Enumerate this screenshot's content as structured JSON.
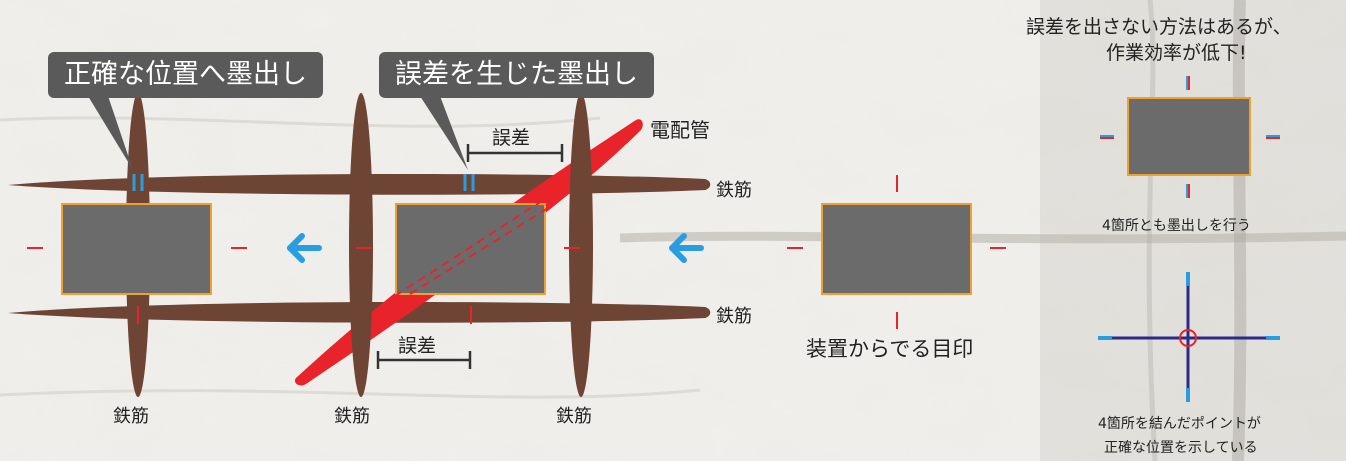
{
  "callouts": {
    "correct": "正確な位置へ墨出し",
    "error": "誤差を生じた墨出し"
  },
  "labels": {
    "conduit": "電配管",
    "rebar": "鉄筋",
    "error_top": "誤差",
    "error_bottom": "誤差",
    "device_mark": "装置からでる目印"
  },
  "side_panel": {
    "heading_line1": "誤差を出さない方法はあるが、",
    "heading_line2": "作業効率が低下!",
    "caption1": "4箇所とも墨出しを行う",
    "caption2_line1": "4箇所を結んだポイントが",
    "caption2_line2": "正確な位置を示している"
  },
  "colors": {
    "rebar": "#6e4535",
    "conduit": "#e8232a",
    "box_fill": "#6b6b6b",
    "box_border": "#f0a030",
    "mark_red": "#e8232a",
    "mark_blue": "#2a9de0",
    "arrow": "#2a9de0",
    "cross_line": "#2a2a8a",
    "callout_bg": "#5a5a5a"
  }
}
